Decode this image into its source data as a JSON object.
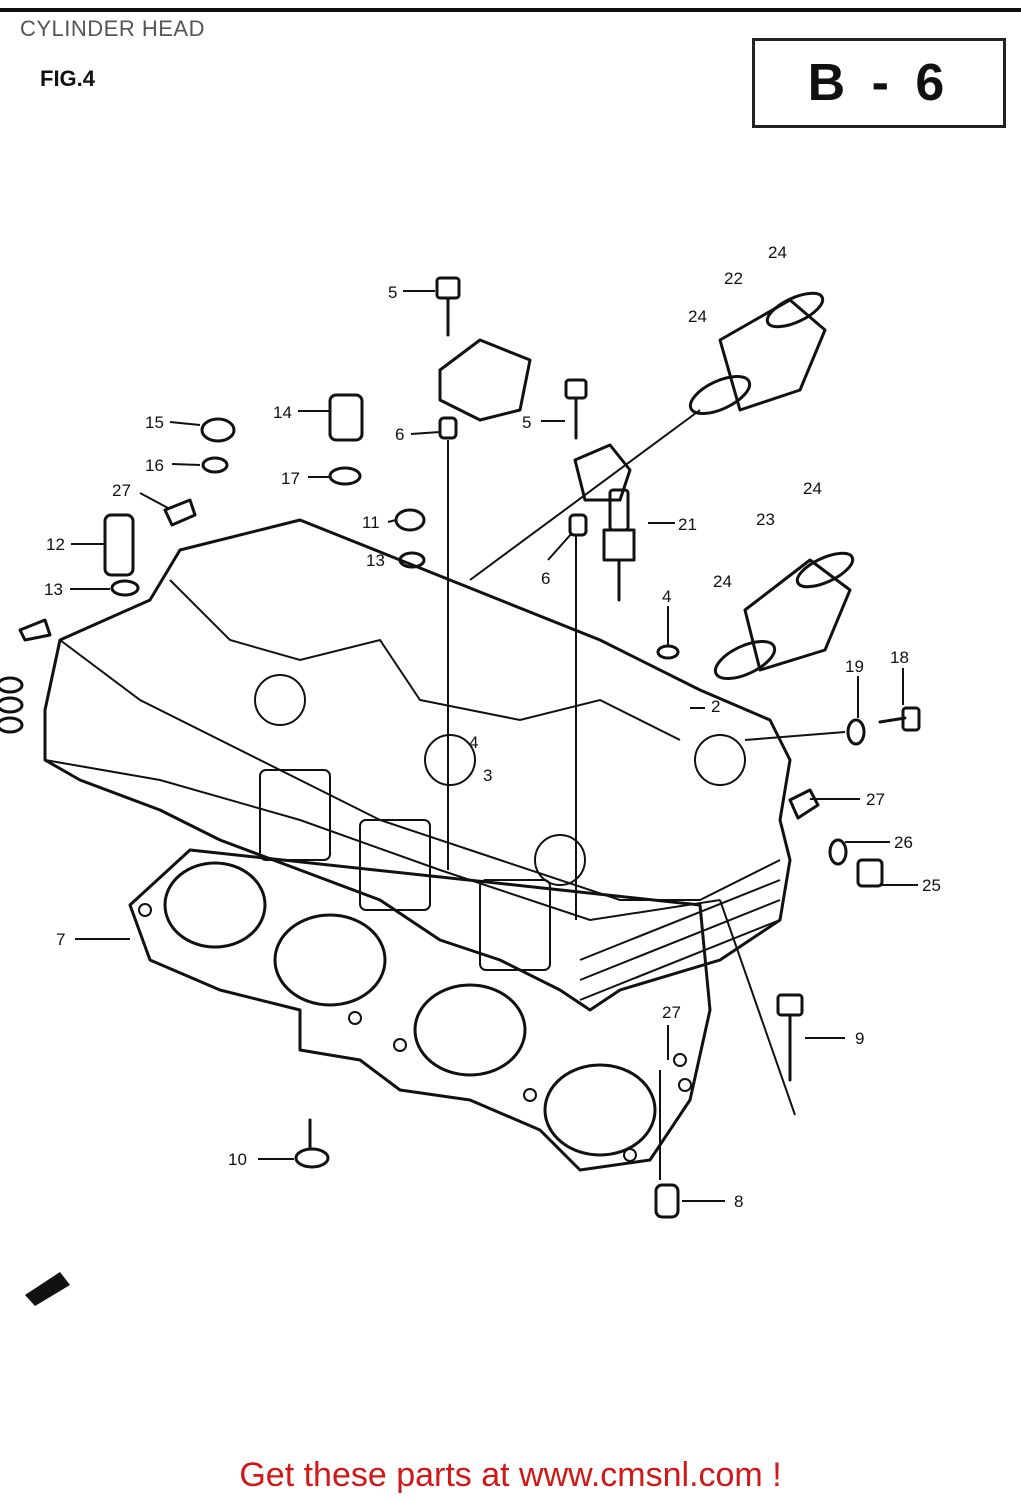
{
  "header": {
    "title": "CYLINDER HEAD",
    "fig_label": "FIG.4",
    "section_code": "B - 6"
  },
  "diagram": {
    "callouts": [
      {
        "id": "c24a",
        "text": "24"
      },
      {
        "id": "c22",
        "text": "22"
      },
      {
        "id": "c24b",
        "text": "24"
      },
      {
        "id": "c5a",
        "text": "5"
      },
      {
        "id": "c14",
        "text": "14"
      },
      {
        "id": "c15",
        "text": "15"
      },
      {
        "id": "c5b",
        "text": "5"
      },
      {
        "id": "c6a",
        "text": "6"
      },
      {
        "id": "c16",
        "text": "16"
      },
      {
        "id": "c17",
        "text": "17"
      },
      {
        "id": "c27a",
        "text": "27"
      },
      {
        "id": "c11",
        "text": "11"
      },
      {
        "id": "c21",
        "text": "21"
      },
      {
        "id": "c24c",
        "text": "24"
      },
      {
        "id": "c23",
        "text": "23"
      },
      {
        "id": "c12",
        "text": "12"
      },
      {
        "id": "c13a",
        "text": "13"
      },
      {
        "id": "c13b",
        "text": "13"
      },
      {
        "id": "c6b",
        "text": "6"
      },
      {
        "id": "c24d",
        "text": "24"
      },
      {
        "id": "c4a",
        "text": "4"
      },
      {
        "id": "c19",
        "text": "19"
      },
      {
        "id": "c18",
        "text": "18"
      },
      {
        "id": "c2",
        "text": "2"
      },
      {
        "id": "c4b",
        "text": "4"
      },
      {
        "id": "c3",
        "text": "3"
      },
      {
        "id": "c27b",
        "text": "27"
      },
      {
        "id": "c26",
        "text": "26"
      },
      {
        "id": "c25",
        "text": "25"
      },
      {
        "id": "c7",
        "text": "7"
      },
      {
        "id": "c27c",
        "text": "27"
      },
      {
        "id": "c9",
        "text": "9"
      },
      {
        "id": "c10",
        "text": "10"
      },
      {
        "id": "c8",
        "text": "8"
      }
    ]
  },
  "footer": {
    "text": "Get these parts at www.cmsnl.com !"
  }
}
